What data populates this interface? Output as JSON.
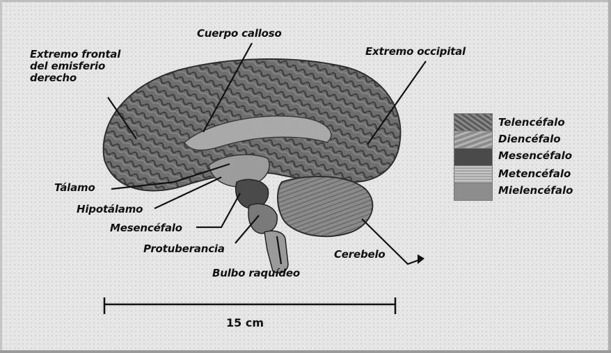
{
  "labels": {
    "corpus_callosum": "Cuerpo calloso",
    "frontal_pole": "Extremo frontal del emisferio derecho",
    "occipital_pole": "Extremo occipital",
    "thalamus": "Tálamo",
    "hypothalamus": "Hipotálamo",
    "midbrain": "Mesencéfalo",
    "pons": "Protuberancia",
    "medulla": "Bulbo raquídeo",
    "cerebellum": "Cerebelo"
  },
  "legend": [
    {
      "label": "Telencéfalo",
      "color": "#6e6e6e"
    },
    {
      "label": "Diencéfalo",
      "color": "#9c9c9c"
    },
    {
      "label": "Mesencéfalo",
      "color": "#4a4a4a"
    },
    {
      "label": "Metencéfalo",
      "color": "#b8b8b8"
    },
    {
      "label": "Mielencéfalo",
      "color": "#8c8c8c"
    }
  ],
  "scale_bar": {
    "label": "15 cm"
  },
  "colors": {
    "background": "#e6e6e6",
    "telencephalon": "#6e6e6e",
    "diencephalon": "#9c9c9c",
    "mesencephalon": "#4a4a4a",
    "metencephalon": "#8a8a8a",
    "myelencephalon": "#9a9a9a",
    "ink": "#111111"
  }
}
